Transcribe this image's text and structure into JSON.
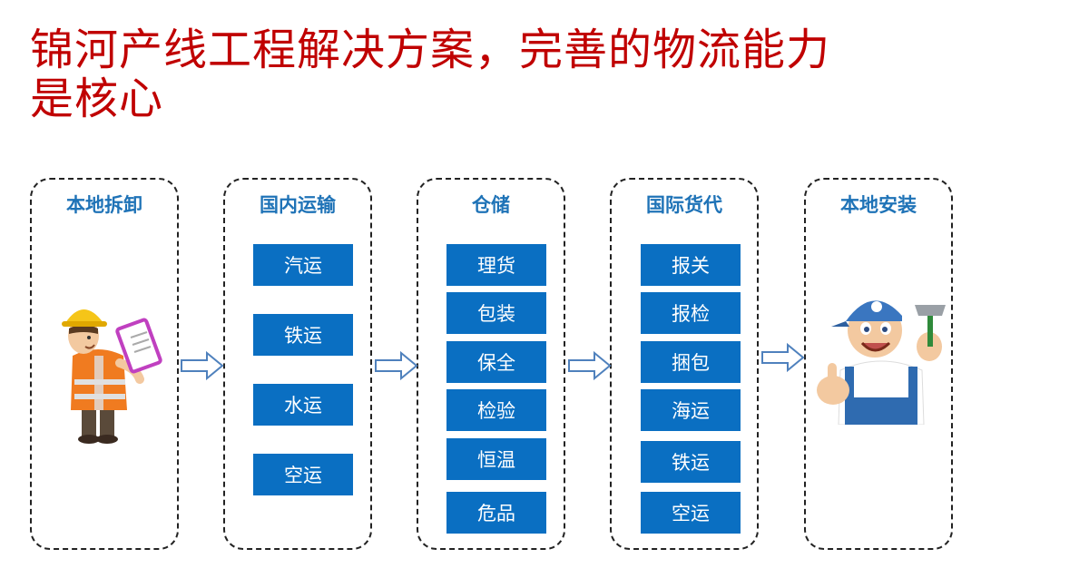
{
  "title": "锦河产线工程解决方案，完善的物流能力是核心",
  "stages": [
    {
      "label": "本地拆卸",
      "items": []
    },
    {
      "label": "国内运输",
      "items": [
        "汽运",
        "铁运",
        "水运",
        "空运"
      ]
    },
    {
      "label": "仓储",
      "items": [
        "理货",
        "包装",
        "保全",
        "检验",
        "恒温",
        "危品"
      ]
    },
    {
      "label": "国际货代",
      "items": [
        "报关",
        "报检",
        "捆包",
        "海运",
        "铁运",
        "空运"
      ]
    },
    {
      "label": "本地安装",
      "items": []
    }
  ],
  "colors": {
    "title": "#c00000",
    "label": "#1f73b7",
    "box": "#0a6fc2"
  },
  "icons": {
    "left_figure": "worker-with-clipboard-icon",
    "right_figure": "repairman-with-hammer-icon",
    "connector": "arrow-right-icon"
  }
}
